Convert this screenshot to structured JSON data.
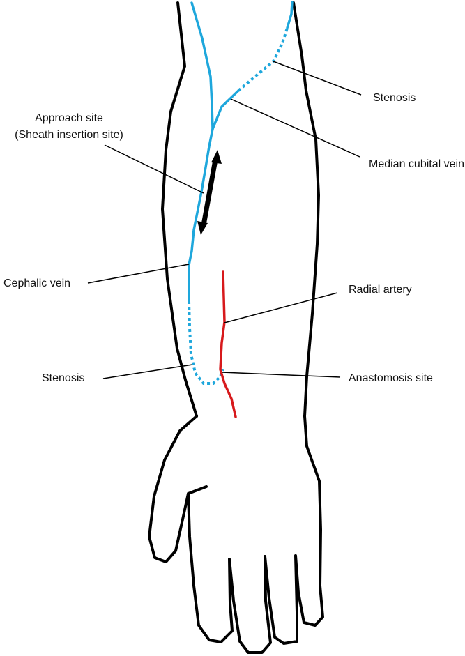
{
  "labels": {
    "approach_site_line1": "Approach site",
    "approach_site_line2": "(Sheath insertion site)",
    "stenosis_upper": "Stenosis",
    "median_cubital_vein": "Median cubital vein",
    "cephalic_vein": "Cephalic vein",
    "radial_artery": "Radial artery",
    "stenosis_lower": "Stenosis",
    "anastomosis_site": "Anastomosis site"
  },
  "colors": {
    "outline": "#000000",
    "vein": "#1ea7dc",
    "artery": "#d7191c",
    "leader_line": "#000000"
  }
}
